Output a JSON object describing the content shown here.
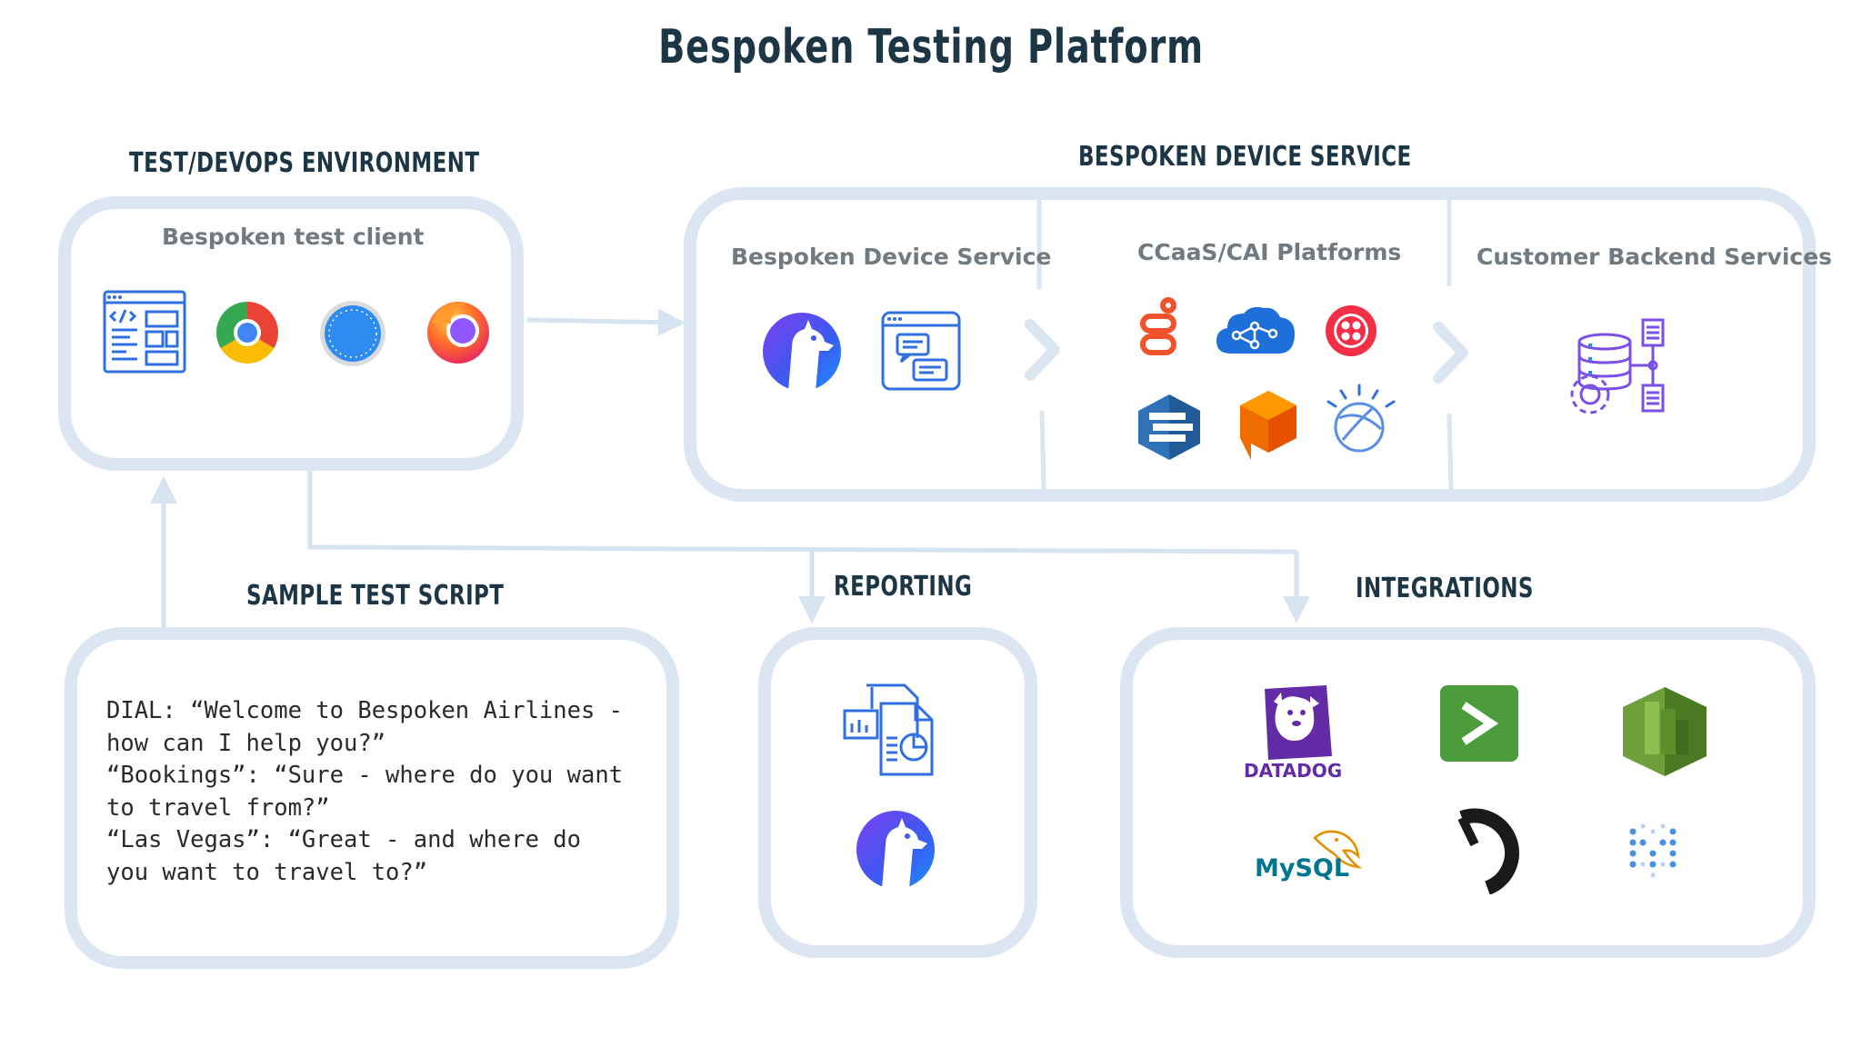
{
  "title": "Bespoken Testing Platform",
  "sections": {
    "devops": {
      "heading": "TEST/DEVOPS ENVIRONMENT",
      "client_label": "Bespoken test client",
      "icons": [
        "code-window-icon",
        "chrome-icon",
        "safari-icon",
        "firefox-icon"
      ]
    },
    "device_service": {
      "heading": "BESPOKEN DEVICE SERVICE",
      "col1_label": "Bespoken Device Service",
      "col2_label": "CCaaS/CAI Platforms",
      "col3_label": "Customer Backend Services",
      "col1_icons": [
        "bespoken-llama-icon",
        "chat-window-icon"
      ],
      "col2_icons": [
        "genesys-icon",
        "ai-cloud-brain-icon",
        "twilio-icon",
        "amazon-lex-icon",
        "dialogflow-icon",
        "ibm-watson-icon"
      ],
      "col3_icons": [
        "database-gear-icon"
      ]
    },
    "script": {
      "heading": "SAMPLE TEST SCRIPT",
      "lines": [
        "DIAL: “Welcome to Bespoken Airlines -",
        "how can I help you?”",
        "“Bookings”: “Sure - where do you want",
        "to travel from?”",
        "“Las Vegas”: “Great - and where do",
        "you want to travel to?”"
      ]
    },
    "reporting": {
      "heading": "REPORTING",
      "icons": [
        "report-document-icon",
        "bespoken-llama-icon"
      ]
    },
    "integrations": {
      "heading": "INTEGRATIONS",
      "datadog_label": "DATADOG",
      "mysql_label": "MySQL",
      "icons": [
        "datadog-icon",
        "powershell-icon",
        "aws-cloudwatch-icon",
        "mysql-icon",
        "circle-logo-icon",
        "dotted-m-icon"
      ]
    }
  },
  "colors": {
    "heading": "#1c3645",
    "box_border": "#dbe6f2",
    "sub_label": "#707a80",
    "connector": "#d6e3f0"
  }
}
